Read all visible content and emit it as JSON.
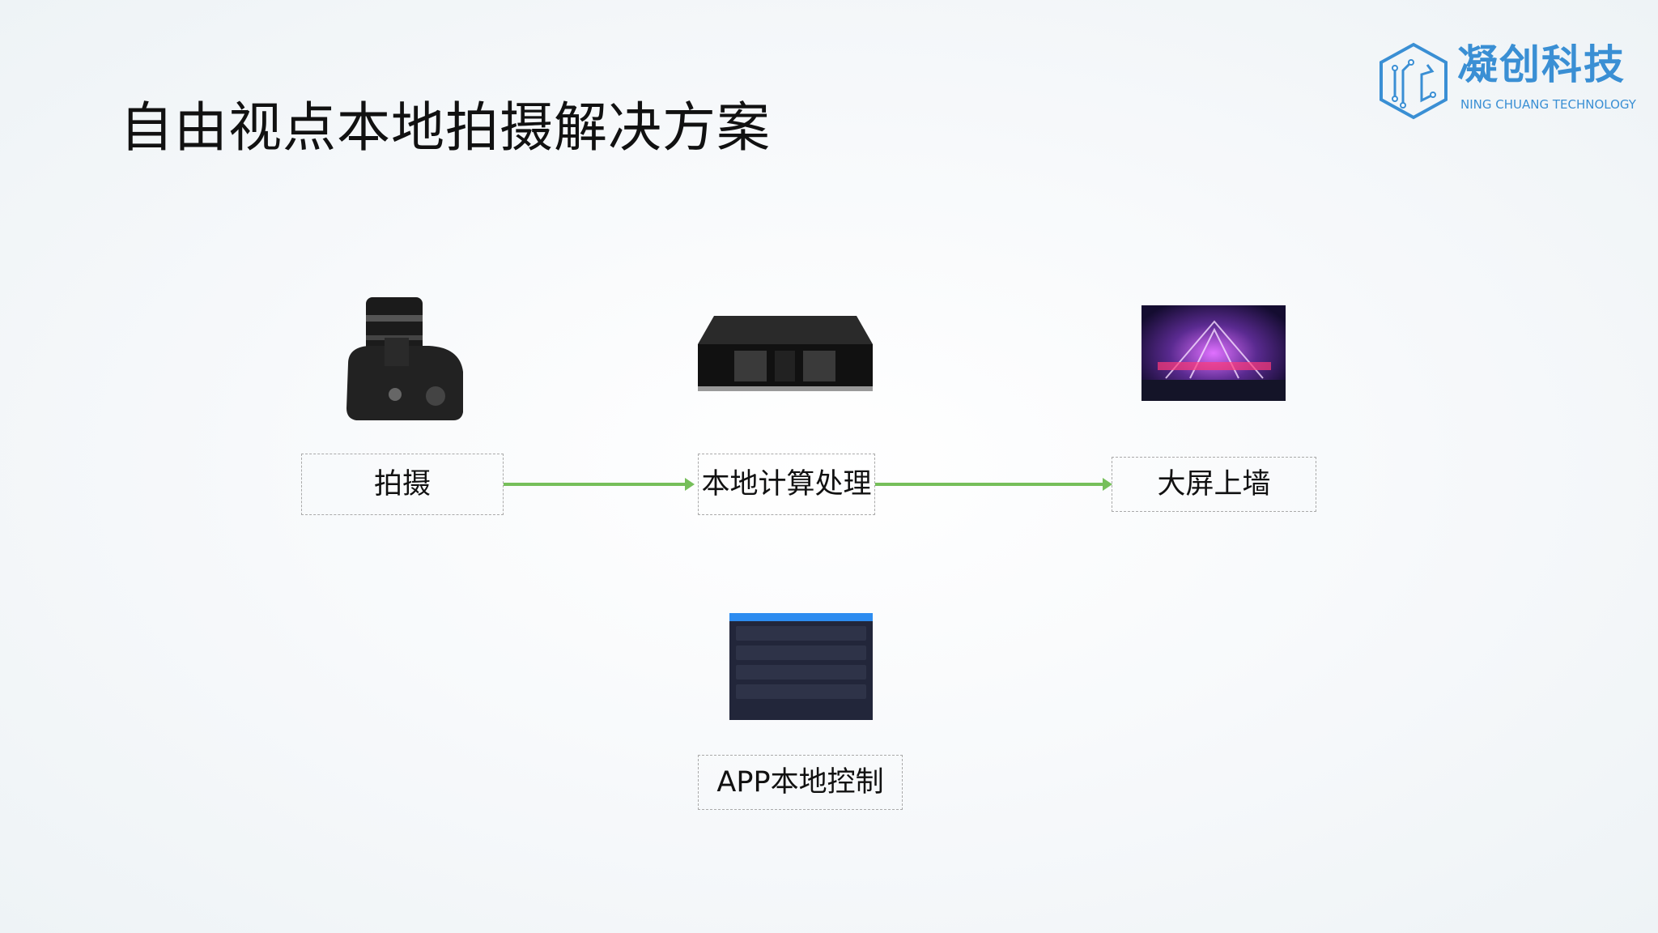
{
  "title": "自由视点本地拍摄解决方案",
  "logo": {
    "cn": "凝创科技",
    "en": "NING CHUANG TECHNOLOGY",
    "color": "#3a8fd4"
  },
  "flow": {
    "capture": "拍摄",
    "compute": "本地计算处理",
    "display": "大屏上墙",
    "app": "APP本地控制"
  },
  "arrow_color": "#76bf5a"
}
